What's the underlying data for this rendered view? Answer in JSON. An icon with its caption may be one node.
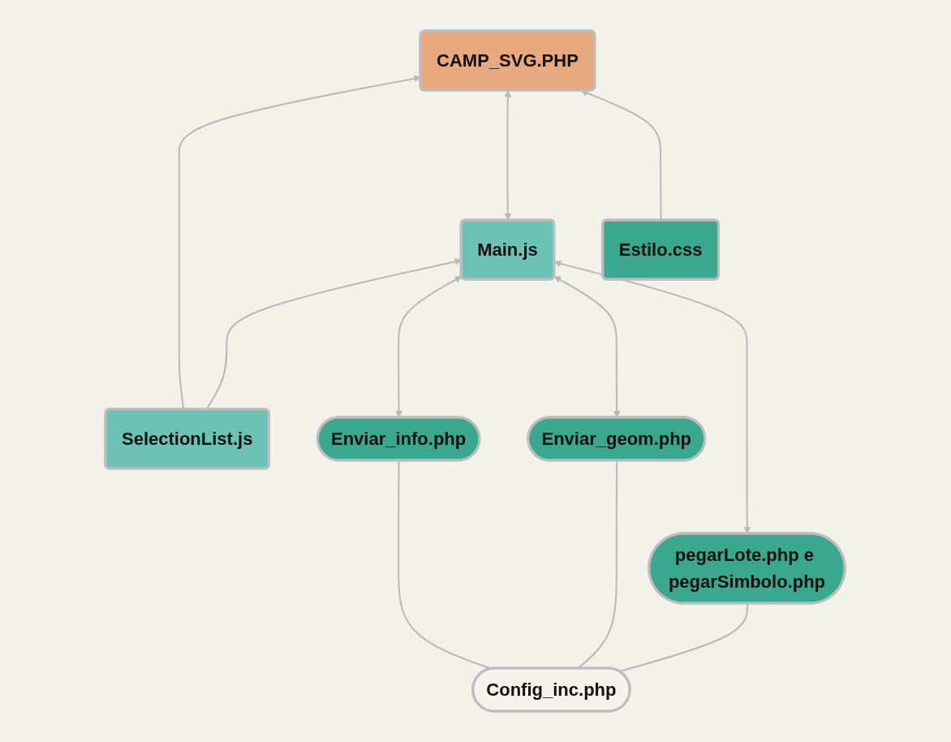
{
  "diagram": {
    "nodes": [
      {
        "text": [
          "CAMP_SVG.PHP"
        ]
      },
      {
        "text": [
          "SelectionList.js"
        ]
      },
      {
        "text": [
          "Estilo.css"
        ]
      },
      {
        "text": [
          "Main.js"
        ]
      },
      {
        "text": [
          "Enviar_geom.php"
        ]
      },
      {
        "text": [
          "pegarLote.php e pegarSimbolo.php"
        ]
      },
      {
        "text": [
          "Enviar_info.php"
        ]
      },
      {
        "text": [
          "Config_inc.php"
        ]
      }
    ],
    "edges": [
      {
        "from": 1,
        "to": 0,
        "arrow": "to"
      },
      {
        "from": 3,
        "to": 0,
        "arrow": "both"
      },
      {
        "from": 2,
        "to": 0,
        "arrow": "to"
      },
      {
        "from": 1,
        "to": 3,
        "arrow": "to"
      },
      {
        "from": 6,
        "to": 3,
        "arrow": "both"
      },
      {
        "from": 3,
        "to": 4,
        "arrow": "both"
      },
      {
        "from": 5,
        "to": 3,
        "arrow": "both"
      },
      {
        "from": 7,
        "to": 6,
        "arrow": "none"
      },
      {
        "from": 7,
        "to": 4,
        "arrow": "none"
      },
      {
        "from": 7,
        "to": 5,
        "arrow": "none"
      }
    ]
  }
}
